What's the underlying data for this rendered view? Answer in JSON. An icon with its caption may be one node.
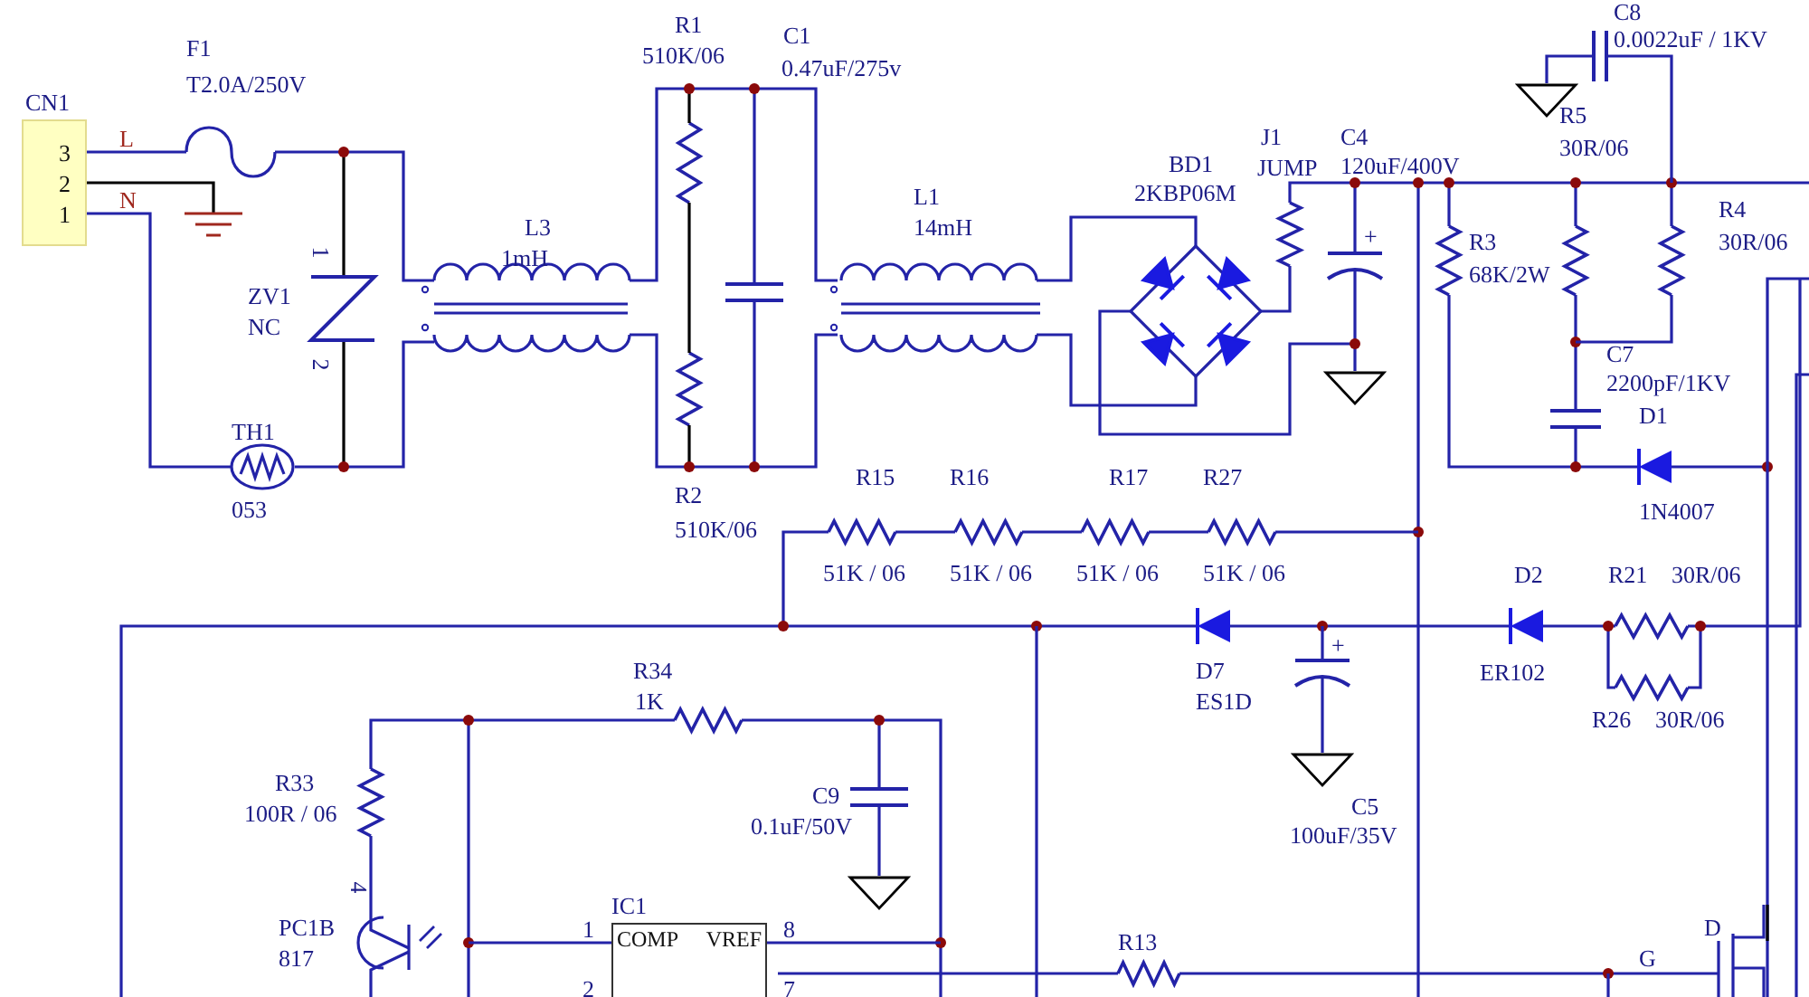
{
  "diagram": {
    "nodes": [
      {
        "text": [
          "3",
          "2",
          "1"
        ],
        "beside": [
          "CN1"
        ]
      },
      {
        "text": [
          "COMP",
          "VREF"
        ],
        "beside": [
          "IC1",
          "1",
          "8",
          "2",
          "7"
        ]
      }
    ],
    "edges": [],
    "labels": [
      "F1",
      "T2.0A/250V",
      "L",
      "N",
      "1",
      "ZV1",
      "NC",
      "2",
      "L3",
      "1mH",
      "TH1",
      "053",
      "R1",
      "510K/06",
      "C1",
      "0.47uF/275v",
      "L1",
      "14mH",
      "BD1",
      "2KBP06M",
      "J1",
      "JUMP",
      "C4",
      "120uF/400V",
      "+",
      "C8",
      "0.0022uF / 1KV",
      "R5",
      "30R/06",
      "R4",
      "R3",
      "30R/06",
      "68K/2W",
      "C7",
      "2200pF/1KV",
      "D1",
      "R2",
      "510K/06",
      "1N4007",
      "R15",
      "R16",
      "R17",
      "R27",
      "51K / 06",
      "51K / 06",
      "51K / 06",
      "51K / 06",
      "D2",
      "R21",
      "30R/06",
      "+",
      "R34",
      "1K",
      "D7",
      "ES1D",
      "ER102",
      "R26",
      "30R/06",
      "R33",
      "100R / 06",
      "C9",
      "0.1uF/50V",
      "C5",
      "100uF/35V",
      "4",
      "PC1B",
      "817",
      "R13",
      "G",
      "D"
    ]
  }
}
